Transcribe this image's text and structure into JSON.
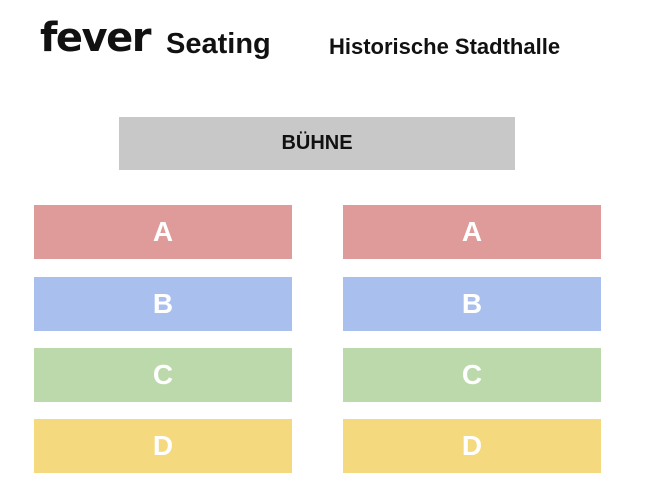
{
  "header": {
    "logo": "fever",
    "product": "Seating",
    "venue": "Historische Stadthalle"
  },
  "stage": {
    "label": "BÜHNE",
    "color": "#c8c8c8"
  },
  "sections": {
    "left": [
      {
        "label": "A",
        "color": "#df9b99"
      },
      {
        "label": "B",
        "color": "#a9c0ef"
      },
      {
        "label": "C",
        "color": "#bcd9ab"
      },
      {
        "label": "D",
        "color": "#f5d97f"
      }
    ],
    "right": [
      {
        "label": "A",
        "color": "#df9b99"
      },
      {
        "label": "B",
        "color": "#a9c0ef"
      },
      {
        "label": "C",
        "color": "#bcd9ab"
      },
      {
        "label": "D",
        "color": "#f5d97f"
      }
    ]
  }
}
